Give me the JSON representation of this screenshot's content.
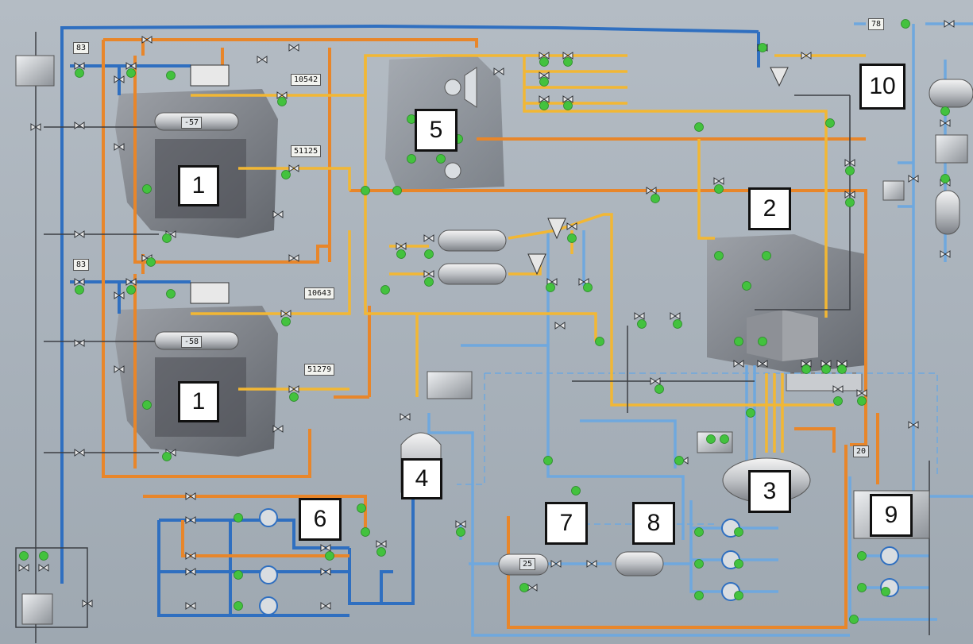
{
  "labels": {
    "unit_1_top": "1",
    "unit_1_bottom": "1",
    "unit_2": "2",
    "unit_3": "3",
    "unit_4": "4",
    "unit_5": "5",
    "unit_6": "6",
    "unit_7": "7",
    "unit_8": "8",
    "unit_9": "9",
    "unit_10": "10"
  },
  "readouts": {
    "level_top_left": "83",
    "level_mid_left": "83",
    "drum_top": "-57",
    "drum_bottom": "-58",
    "flow_top_1": "10542",
    "flow_top_2": "51125",
    "flow_bottom_1": "10643",
    "flow_bottom_2": "51279",
    "tank_top_right": "78",
    "vessel_9": "20",
    "vessel_7": "25"
  },
  "colors": {
    "background": "#aab3bc",
    "steam_orange": "#e8862a",
    "steam_yellow": "#f2b734",
    "water_blue": "#2f6fc0",
    "cooling_light_blue": "#6fa8de",
    "status_green": "#43c23e",
    "equipment_gray": "#7d8086"
  }
}
